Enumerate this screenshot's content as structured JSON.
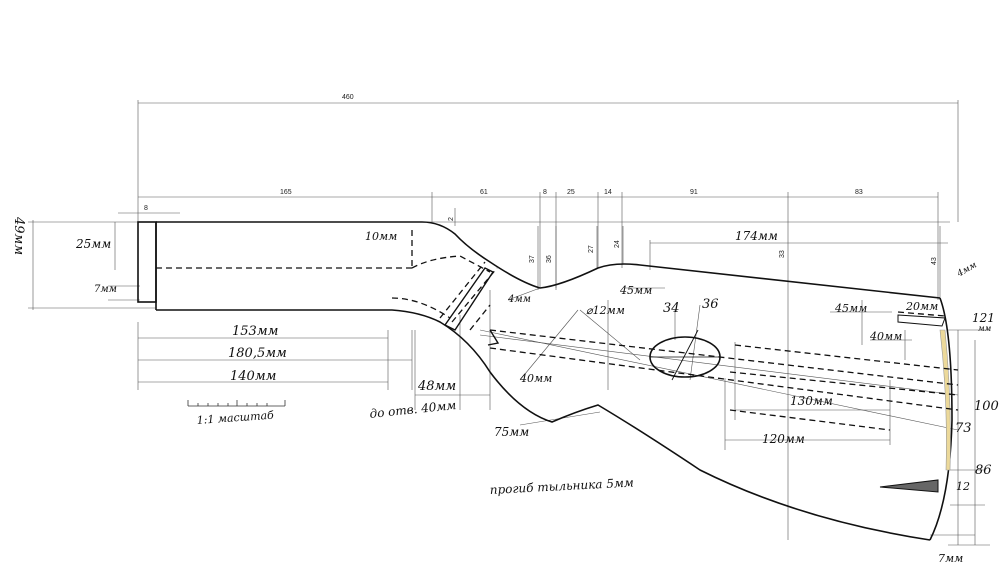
{
  "top_dimensions": {
    "overall": "460",
    "butt_section": "165",
    "neck": "61",
    "d8": "8",
    "d25": "25",
    "d14": "14",
    "d91": "91",
    "d83": "83",
    "tang_width": "8",
    "step": "2"
  },
  "vertical_dimensions": {
    "v37": "37",
    "v36": "36",
    "v27": "27",
    "v24": "24",
    "v33": "33",
    "v43": "43"
  },
  "handwritten_labels": {
    "h49": "49мм",
    "h25": "25мм",
    "h7": "7мм",
    "h10": "10мм",
    "h153": "153мм",
    "h180": "180,5мм",
    "h140": "140мм",
    "h48": "48мм",
    "h_hole": "до отв. 40мм",
    "h75": "75мм",
    "h4": "4мм",
    "h40a": "40мм",
    "h12": "⌀12мм",
    "h45a": "45мм",
    "h34": "34",
    "h36": "36",
    "h174": "174мм",
    "h45b": "45мм",
    "h20": "20мм",
    "h4b": "4мм",
    "h40b": "40мм",
    "h121": "121",
    "h_mm": "мм",
    "h100": "100",
    "h130": "130мм",
    "h120": "120мм",
    "h73": "73",
    "h86": "86",
    "h12b": "12",
    "h7b": "7мм"
  },
  "notes": {
    "scale": "1:1 масштаб",
    "butt_plate": "прогиб тыльника 5мм"
  },
  "colors": {
    "line": "#111111",
    "dimension": "#555555",
    "butt_plate_fill": "#ecd99a"
  }
}
